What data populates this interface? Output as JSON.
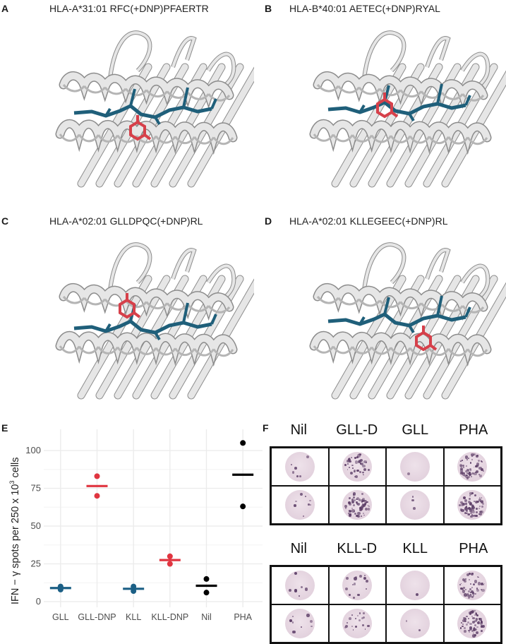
{
  "panels": {
    "A": {
      "letter": "A",
      "title": "HLA-A*31:01 RFC(+DNP)PFAERTR"
    },
    "B": {
      "letter": "B",
      "title": "HLA-B*40:01 AETEC(+DNP)RYAL"
    },
    "C": {
      "letter": "C",
      "title": "HLA-A*02:01 GLLDPQC(+DNP)RL"
    },
    "D": {
      "letter": "D",
      "title": "HLA-A*02:01 KLLEGEEC(+DNP)RL"
    },
    "E": {
      "letter": "E"
    },
    "F": {
      "letter": "F"
    }
  },
  "colors": {
    "ribbon": "#e6e6e6",
    "ribbon_edge": "#8c8c8c",
    "peptide": "#1f5f7a",
    "dnp": "#d6404a",
    "unmodified": "#1b5f85",
    "dnp_series": "#e03540",
    "control": "#000000",
    "grid": "#ebebeb"
  },
  "chart_data": {
    "type": "scatter",
    "title": "",
    "xlabel": "",
    "ylabel": "IFN−γ spots per 250 x 10³ cells",
    "ylabel_parts": {
      "main": "IFN − γ spots per 250 x 10",
      "sup": "3",
      "tail": " cells"
    },
    "categories": [
      "GLL",
      "GLL-DNP",
      "KLL",
      "KLL-DNP",
      "Nil",
      "PHA"
    ],
    "yticks": [
      0,
      25,
      50,
      75,
      100
    ],
    "ylim": [
      -3,
      108
    ],
    "grid": true,
    "legend": "none",
    "series": [
      {
        "name": "GLL",
        "color": "#1b5f85",
        "points": [
          10,
          8
        ],
        "mean": 9
      },
      {
        "name": "GLL-DNP",
        "color": "#e03540",
        "points": [
          83,
          70
        ],
        "mean": 76.5
      },
      {
        "name": "KLL",
        "color": "#1b5f85",
        "points": [
          10,
          7
        ],
        "mean": 8.5
      },
      {
        "name": "KLL-DNP",
        "color": "#e03540",
        "points": [
          30,
          25
        ],
        "mean": 27.5
      },
      {
        "name": "Nil",
        "color": "#000000",
        "points": [
          15,
          6
        ],
        "mean": 10.5
      },
      {
        "name": "PHA",
        "color": "#000000",
        "points": [
          105,
          63
        ],
        "mean": 84
      }
    ]
  },
  "elispot": {
    "top": {
      "columns": [
        "Nil",
        "GLL-D",
        "GLL",
        "PHA"
      ],
      "density": [
        [
          6,
          40,
          1,
          55
        ],
        [
          8,
          60,
          3,
          65
        ]
      ]
    },
    "bottom": {
      "columns": [
        "Nil",
        "KLL-D",
        "KLL",
        "PHA"
      ],
      "density": [
        [
          6,
          14,
          1,
          45
        ],
        [
          8,
          18,
          2,
          60
        ]
      ]
    }
  }
}
